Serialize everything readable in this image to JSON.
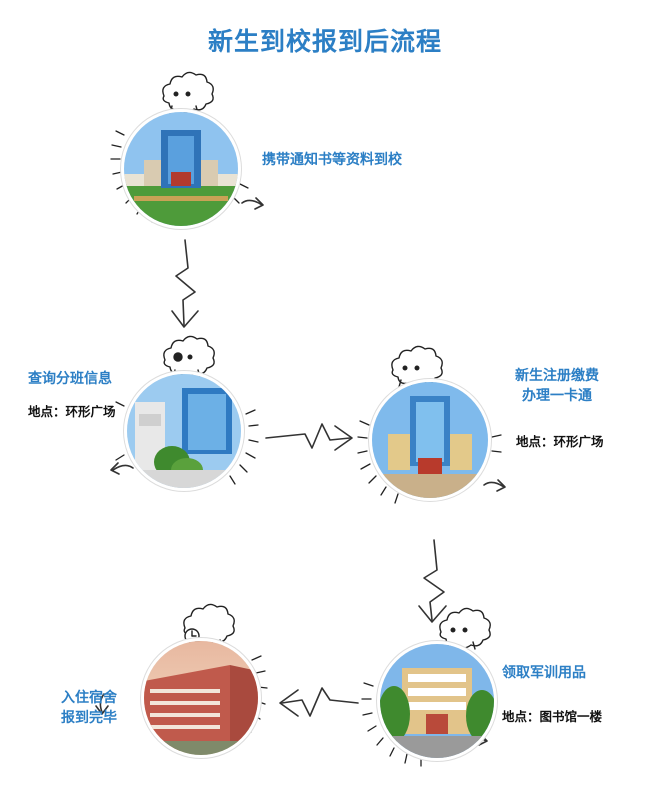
{
  "title": "新生到校报到后流程",
  "steps": [
    {
      "label": "携带通知书等资料到校"
    },
    {
      "label": "查询分班信息",
      "location": "地点：环形广场"
    },
    {
      "label_line1": "新生注册缴费",
      "label_line2": "办理一卡通",
      "location": "地点：环形广场"
    },
    {
      "label": "领取军训用品",
      "location": "地点：图书馆一楼"
    },
    {
      "label_line1": "入住宿舍",
      "label_line2": "报到完毕"
    }
  ],
  "colors": {
    "accent": "#2c7fc5",
    "text": "#111111",
    "line": "#333333"
  },
  "icons": [
    "sheep-doodle-icon",
    "arrow-doodle-icon",
    "lightning-arrow-icon"
  ]
}
